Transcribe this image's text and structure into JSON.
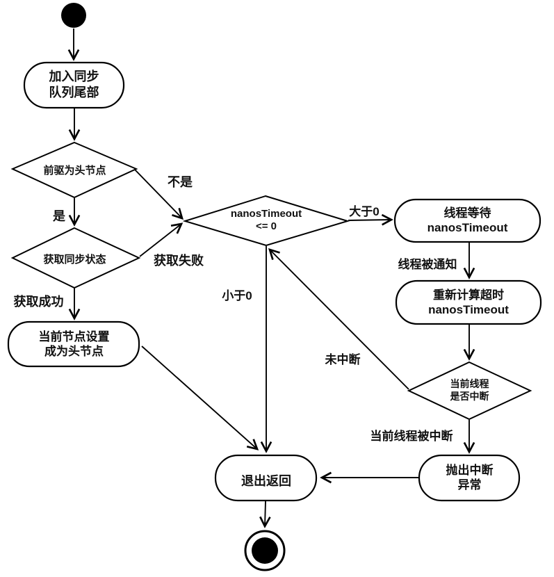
{
  "diagram": {
    "type": "uml-activity-diagram",
    "colors": {
      "line": "#000000",
      "shape_fill": "#ffffff",
      "text": "#111111",
      "background": "#ffffff"
    },
    "nodes": {
      "start": {
        "kind": "initial-node"
      },
      "enqueue": {
        "kind": "activity",
        "label": "加入同步\n队列尾部"
      },
      "pred_is_head": {
        "kind": "decision",
        "label": "前驱为头节点"
      },
      "acquire_state": {
        "kind": "decision",
        "label": "获取同步状态"
      },
      "nanos_check": {
        "kind": "decision",
        "label": "nanosTimeout\n<= 0"
      },
      "thread_wait": {
        "kind": "activity",
        "label": "线程等待\nnanosTimeout"
      },
      "recalc_timeout": {
        "kind": "activity",
        "label": "重新计算超时\nnanosTimeout"
      },
      "interrupt_check": {
        "kind": "decision",
        "label": "当前线程\n是否中断"
      },
      "throw_exception": {
        "kind": "activity",
        "label": "抛出中断\n异常"
      },
      "set_head": {
        "kind": "activity",
        "label": "当前节点设置\n成为头节点"
      },
      "exit_return": {
        "kind": "activity",
        "label": "退出返回"
      },
      "end": {
        "kind": "final-node"
      }
    },
    "edge_labels": {
      "no": "不是",
      "yes": "是",
      "acquire_fail": "获取失败",
      "acquire_success": "获取成功",
      "greater_than_zero": "大于0",
      "thread_notified": "线程被通知",
      "less_than_zero": "小于0",
      "not_interrupted": "未中断",
      "thread_interrupted": "当前线程被中断"
    }
  }
}
